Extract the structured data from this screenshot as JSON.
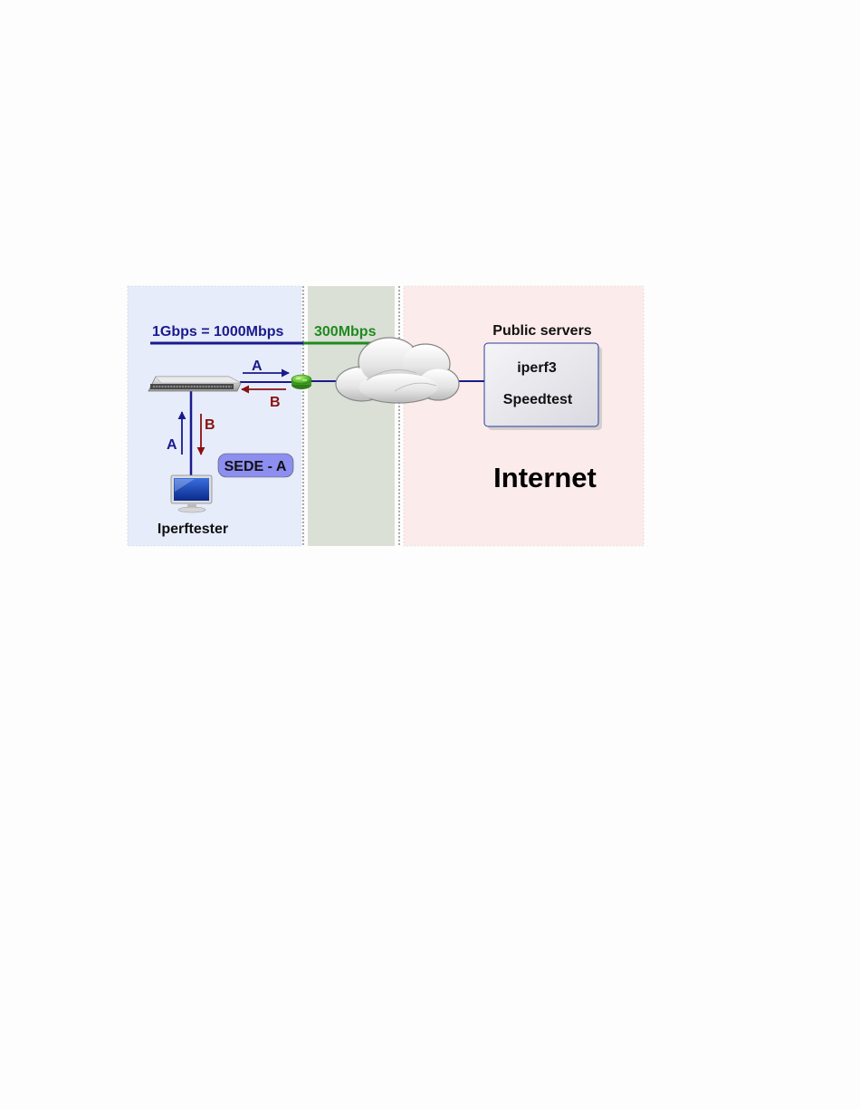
{
  "labels": {
    "lan_speed": "1Gbps = 1000Mbps",
    "wan_speed": "300Mbps",
    "public_servers_title": "Public servers",
    "server_1": "iperf3",
    "server_2": "Speedtest",
    "internet": "Internet",
    "site": "SEDE - A",
    "tester": "Iperftester",
    "flow_a_horizontal": "A",
    "flow_b_horizontal": "B",
    "flow_a_vertical": "A",
    "flow_b_vertical": "B"
  },
  "colors": {
    "lan_zone": "#e6ecfa",
    "wan_zone": "#dae0d5",
    "internet_zone": "#fbeceb",
    "link_blue": "#1a1a8c",
    "flow_red": "#8b1010",
    "wan_green": "#1e8a1e",
    "site_badge": "#8c8ef0",
    "server_box": "#e8e8ee"
  },
  "icons": {
    "switch": "network-switch-icon",
    "router": "router-icon",
    "cloud": "cloud-icon",
    "monitor": "monitor-icon"
  }
}
